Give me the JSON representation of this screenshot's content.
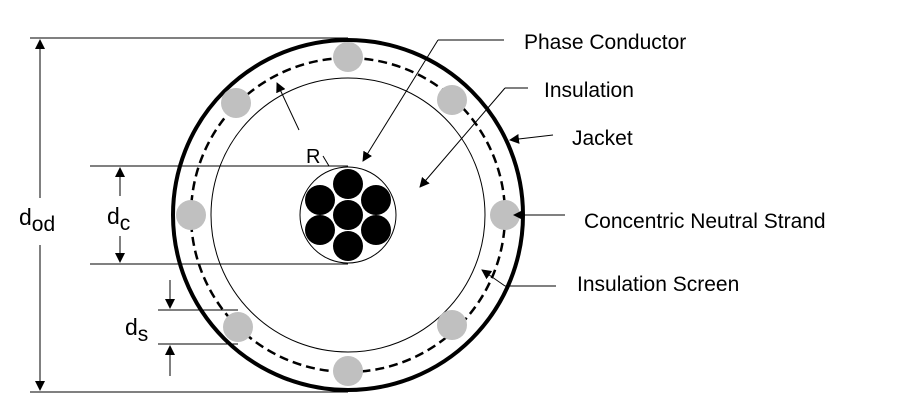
{
  "labels": {
    "phase_conductor": "Phase Conductor",
    "insulation": "Insulation",
    "jacket": "Jacket",
    "concentric_neutral_strand": "Concentric Neutral Strand",
    "insulation_screen": "Insulation Screen"
  },
  "dimensions": {
    "radius": "R",
    "d_od_main": "d",
    "d_od_sub": "od",
    "d_c_main": "d",
    "d_c_sub": "c",
    "d_s_main": "d",
    "d_s_sub": "s"
  },
  "colors": {
    "conductor": "#000000",
    "neutral_strand": "#c0c0c0",
    "line": "#000000"
  }
}
